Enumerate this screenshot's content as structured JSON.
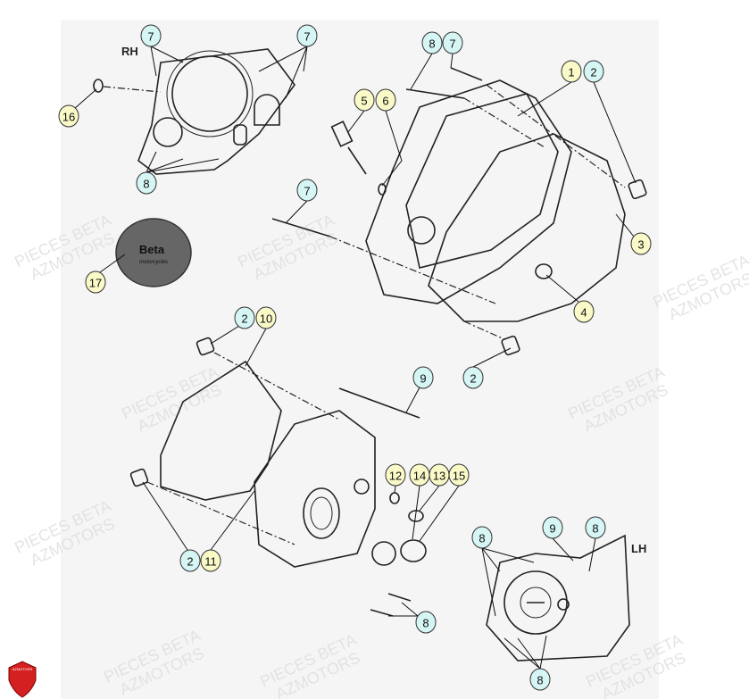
{
  "diagram": {
    "side_labels": {
      "right": "RH",
      "left": "LH"
    },
    "badge": {
      "brand": "Beta",
      "sub": "motorcycles"
    },
    "logo_text": "AZMOTORS",
    "watermark": {
      "line1": "PIECES BETA",
      "line2": "AZMOTORS"
    },
    "colors": {
      "yellow": "#fafac8",
      "blue": "#d6f5f5",
      "badge": "#666666",
      "logo": "#d42020"
    },
    "callouts": [
      {
        "label": "7",
        "color": "blue"
      },
      {
        "label": "7",
        "color": "blue"
      },
      {
        "label": "8",
        "color": "blue"
      },
      {
        "label": "7",
        "color": "blue"
      },
      {
        "label": "1",
        "color": "yellow"
      },
      {
        "label": "2",
        "color": "blue"
      },
      {
        "label": "16",
        "color": "yellow"
      },
      {
        "label": "5",
        "color": "yellow"
      },
      {
        "label": "6",
        "color": "yellow"
      },
      {
        "label": "8",
        "color": "blue"
      },
      {
        "label": "7",
        "color": "blue"
      },
      {
        "label": "17",
        "color": "yellow"
      },
      {
        "label": "3",
        "color": "yellow"
      },
      {
        "label": "4",
        "color": "yellow"
      },
      {
        "label": "2",
        "color": "blue"
      },
      {
        "label": "10",
        "color": "yellow"
      },
      {
        "label": "9",
        "color": "blue"
      },
      {
        "label": "2",
        "color": "blue"
      },
      {
        "label": "12",
        "color": "yellow"
      },
      {
        "label": "14",
        "color": "yellow"
      },
      {
        "label": "13",
        "color": "yellow"
      },
      {
        "label": "15",
        "color": "yellow"
      },
      {
        "label": "2",
        "color": "blue"
      },
      {
        "label": "11",
        "color": "yellow"
      },
      {
        "label": "8",
        "color": "blue"
      },
      {
        "label": "9",
        "color": "blue"
      },
      {
        "label": "8",
        "color": "blue"
      },
      {
        "label": "8",
        "color": "blue"
      },
      {
        "label": "8",
        "color": "blue"
      }
    ]
  }
}
